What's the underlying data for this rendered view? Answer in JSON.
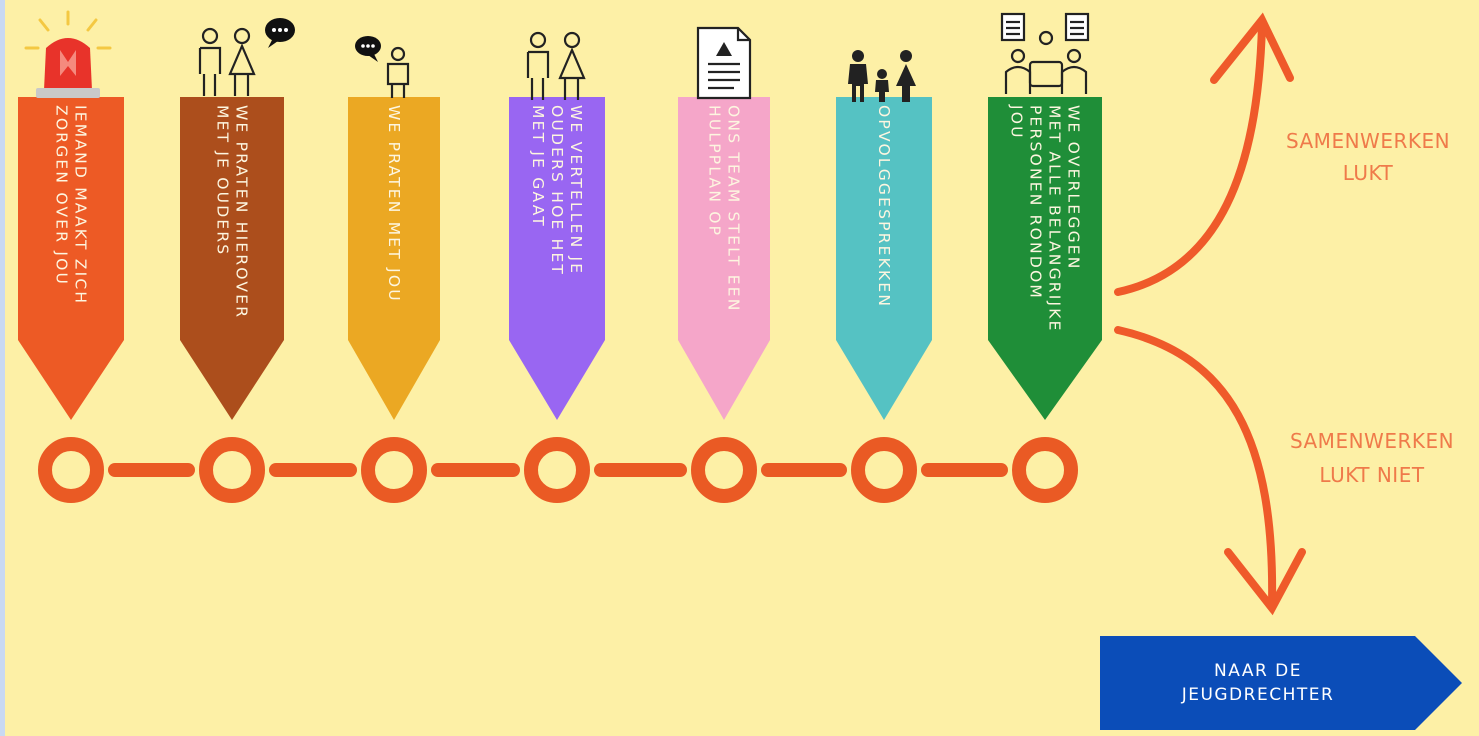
{
  "steps": [
    {
      "lines": [
        "IEMAND MAAKT ZICH",
        "ZORGEN OVER JOU"
      ],
      "color": "#ed5a25",
      "icon": "siren-icon"
    },
    {
      "lines": [
        "WE PRATEN HIEROVER",
        "MET JE OUDERS"
      ],
      "color": "#ac4e1c",
      "icon": "parents-talking-icon"
    },
    {
      "lines": [
        "WE PRATEN MET JOU"
      ],
      "color": "#eba823",
      "icon": "child-talking-icon"
    },
    {
      "lines": [
        "WE VERTELLEN JE",
        "OUDERS HOE HET",
        "MET JE GAAT"
      ],
      "color": "#9966f2",
      "icon": "parents-icon"
    },
    {
      "lines": [
        "ONS TEAM STELT EEN",
        "HULPPLAN OP"
      ],
      "color": "#f5a6c9",
      "icon": "document-icon"
    },
    {
      "lines": [
        "OPVOLGGESPREKKEN"
      ],
      "color": "#55c2c3",
      "icon": "family-icon"
    },
    {
      "lines": [
        "WE OVERLEGGEN",
        "MET ALLE BELANGRIJKE",
        "PERSONEN RONDOM",
        "JOU"
      ],
      "color": "#1f8e38",
      "icon": "meeting-icon"
    }
  ],
  "outcomes": {
    "success": {
      "lines": [
        "SAMENWERKEN",
        "LUKT"
      ]
    },
    "failure": {
      "lines": [
        "SAMENWERKEN",
        "LUKT NIET"
      ]
    }
  },
  "end_box": {
    "lines": [
      "NAAR DE",
      "JEUGDRECHTER"
    ],
    "color": "#0b4db8"
  },
  "colors": {
    "background": "#fdf0a6",
    "timeline": "#ea5a24",
    "arrow": "#ef5a2a"
  }
}
